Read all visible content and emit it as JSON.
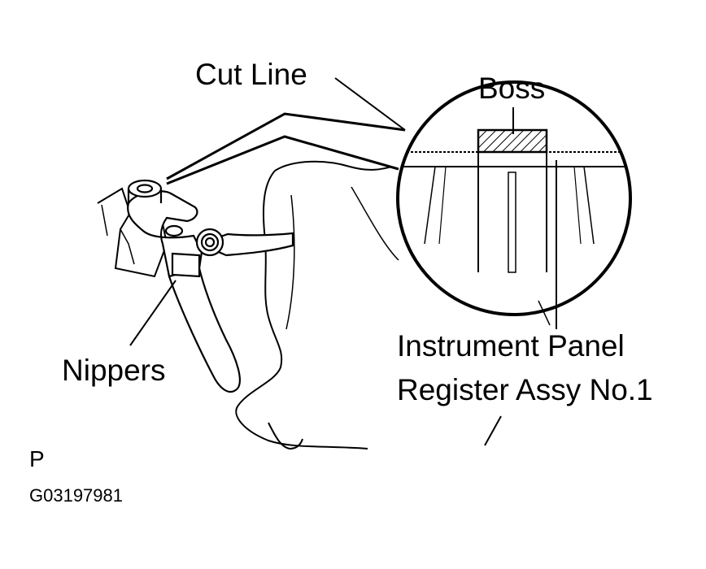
{
  "labels": {
    "cut_line": "Cut Line",
    "boss": "Boss",
    "instrument_panel_line1": "Instrument Panel",
    "instrument_panel_line2": "Register Assy No.1",
    "nippers": "Nippers",
    "view_marker": "P",
    "figure_code": "G03197981"
  }
}
